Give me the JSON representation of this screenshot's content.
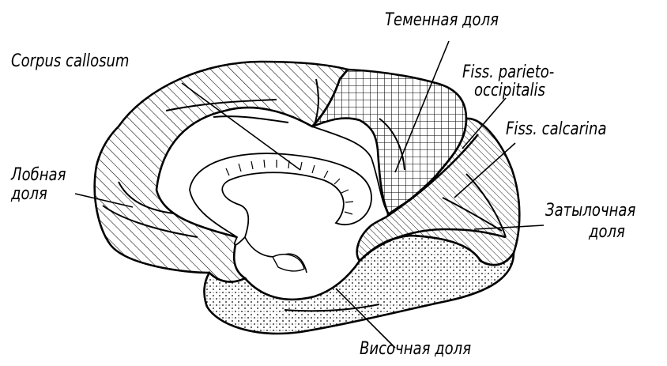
{
  "labels": {
    "parietal": "Теменная доля",
    "corpus": "Corpus callosum",
    "fiss_po_1": "Fiss. parieto-",
    "fiss_po_2": "occipitalis",
    "fiss_calc": "Fiss. calcarina",
    "frontal_1": "Лобная",
    "frontal_2": "доля",
    "occipital_1": "Затылочная",
    "occipital_2": "доля",
    "temporal": "Височная доля"
  },
  "colors": {
    "ink": "#000000",
    "background": "#ffffff"
  }
}
